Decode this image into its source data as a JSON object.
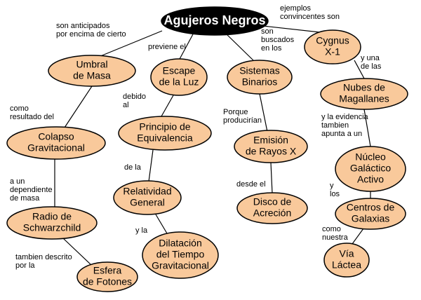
{
  "colors": {
    "node_fill": "#F9C99B",
    "node_stroke": "#000000",
    "root_fill": "#000000",
    "root_text": "#FFFFFF",
    "edge": "#000000"
  },
  "root": {
    "id": "agujeros",
    "lines": [
      "Agujeros Negros"
    ]
  },
  "nodes": [
    {
      "id": "umbral",
      "lines": [
        "Umbral",
        "de  Masa"
      ]
    },
    {
      "id": "escape",
      "lines": [
        "Escape",
        "de la Luz"
      ]
    },
    {
      "id": "sistemas",
      "lines": [
        "Sistemas",
        "Binarios"
      ]
    },
    {
      "id": "cygnus",
      "lines": [
        "Cygnus",
        "X-1"
      ]
    },
    {
      "id": "nubes",
      "lines": [
        "Nubes de",
        "Magallanes"
      ]
    },
    {
      "id": "colapso",
      "lines": [
        "Colapso",
        "Gravitacional"
      ]
    },
    {
      "id": "principio",
      "lines": [
        "Principio de",
        "Equivalencia"
      ]
    },
    {
      "id": "emision",
      "lines": [
        "Emisión",
        "de Rayos X"
      ]
    },
    {
      "id": "nucleo",
      "lines": [
        "Núcleo",
        "Galáctico",
        "Activo"
      ]
    },
    {
      "id": "relatividad",
      "lines": [
        "Relatividad",
        "General"
      ]
    },
    {
      "id": "radio",
      "lines": [
        "Radio de",
        "Schwarzchild"
      ]
    },
    {
      "id": "disco",
      "lines": [
        "Disco de",
        "Acreción"
      ]
    },
    {
      "id": "centros",
      "lines": [
        "Centros de",
        "Galaxias"
      ]
    },
    {
      "id": "dilatacion",
      "lines": [
        "Dilatación",
        "del Tiempo",
        "Gravitacional"
      ]
    },
    {
      "id": "via",
      "lines": [
        "Vía",
        "Láctea"
      ]
    },
    {
      "id": "esfera",
      "lines": [
        "Esfera",
        "de Fotones"
      ]
    }
  ],
  "links": [
    {
      "id": "anticipados",
      "lines": [
        "son anticipados",
        "por encima de cierto"
      ]
    },
    {
      "id": "previene",
      "lines": [
        "previene el"
      ]
    },
    {
      "id": "buscados",
      "lines": [
        "son",
        "buscados",
        "en los"
      ]
    },
    {
      "id": "ejemplos",
      "lines": [
        "ejemplos",
        "convincentes son"
      ]
    },
    {
      "id": "yuna",
      "lines": [
        "y una",
        "de las"
      ]
    },
    {
      "id": "resultado",
      "lines": [
        "como",
        "resultado del"
      ]
    },
    {
      "id": "debido",
      "lines": [
        "debido",
        "al"
      ]
    },
    {
      "id": "porque",
      "lines": [
        "Porque",
        "producirían"
      ]
    },
    {
      "id": "evidencia",
      "lines": [
        "y la evidencia",
        "tambien",
        "apunta a un"
      ]
    },
    {
      "id": "dela",
      "lines": [
        "de la"
      ]
    },
    {
      "id": "dependiente",
      "lines": [
        "a un",
        "dependiente",
        "de masa"
      ]
    },
    {
      "id": "desde",
      "lines": [
        "desde el"
      ]
    },
    {
      "id": "ylos",
      "lines": [
        "y",
        "los"
      ]
    },
    {
      "id": "yla",
      "lines": [
        "y la"
      ]
    },
    {
      "id": "nuestra",
      "lines": [
        "como",
        "nuestra"
      ]
    },
    {
      "id": "tambien",
      "lines": [
        "tambien descrito",
        "por la"
      ]
    }
  ]
}
